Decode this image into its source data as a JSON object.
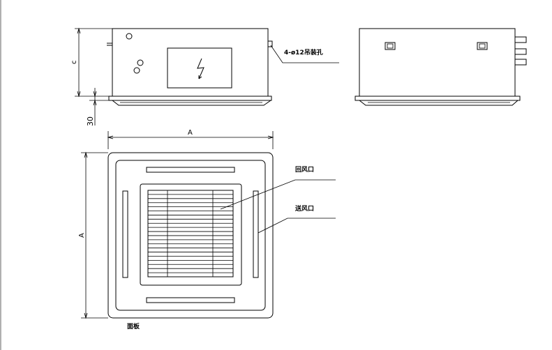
{
  "drawing": {
    "dimensions": {
      "height_label": "c",
      "panel_thickness_label": "30",
      "width_label": "A",
      "depth_label": "A"
    },
    "callouts": {
      "hanging_holes": "4-ø12吊装孔",
      "return_air": "回风口",
      "supply_air": "送风口",
      "panel": "面板"
    },
    "icons": {
      "electrical_box": "lightning-bolt-icon"
    },
    "colors": {
      "line": "#000000",
      "background": "#ffffff",
      "border_left": "#b0b0b0"
    }
  }
}
